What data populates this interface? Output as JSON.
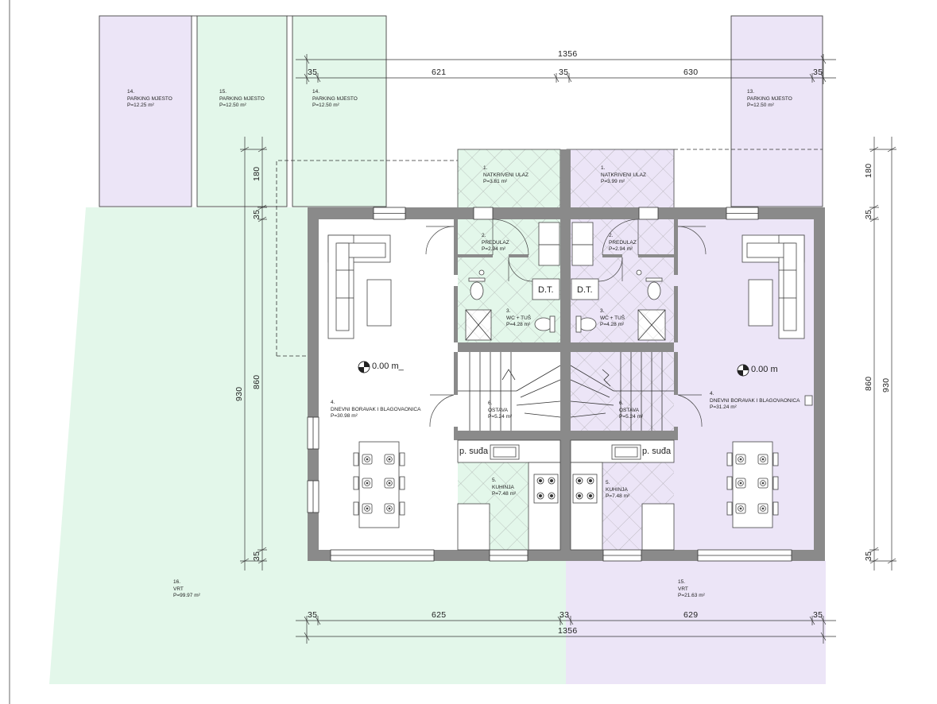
{
  "colors": {
    "green_zone": "#e3f7ea",
    "purple_zone": "#ece5f7",
    "wall": "#8a8a8a",
    "line": "#333333"
  },
  "parking": [
    {
      "num": "14.",
      "name": "PARKING MJESTO",
      "area": "P=12.25 m²"
    },
    {
      "num": "15.",
      "name": "PARKING MJESTO",
      "area": "P=12.50 m²"
    },
    {
      "num": "14.",
      "name": "PARKING MJESTO",
      "area": "P=12.50 m²"
    },
    {
      "num": "13.",
      "name": "PARKING MJESTO",
      "area": "P=12.50 m²"
    }
  ],
  "rooms_left": {
    "entrance": {
      "num": "1.",
      "name": "NATKRIVENI ULAZ",
      "area": "P=3.81 m²"
    },
    "hall": {
      "num": "2.",
      "name": "PREDULAZ",
      "area": "P=2.94 m²"
    },
    "wc": {
      "num": "3.",
      "name": "WC + TUŠ",
      "area": "P=4.28 m²"
    },
    "living": {
      "num": "4.",
      "name": "DNEVNI BORAVAK I BLAGOVAONICA",
      "area": "P=30.98 m²"
    },
    "kitchen": {
      "num": "5.",
      "name": "KUHINJA",
      "area": "P=7.48 m²"
    },
    "storage": {
      "num": "6.",
      "name": "OSTAVA",
      "area": "P=5.24 m²"
    }
  },
  "rooms_right": {
    "entrance": {
      "num": "1.",
      "name": "NATKRIVENI ULAZ",
      "area": "P=3.99 m²"
    },
    "hall": {
      "num": "2.",
      "name": "PREDULAZ",
      "area": "P=2.94 m²"
    },
    "wc": {
      "num": "3.",
      "name": "WC + TUŠ",
      "area": "P=4.28 m²"
    },
    "living": {
      "num": "4.",
      "name": "DNEVNI BORAVAK I BLAGOVAONICA",
      "area": "P=31.24 m²"
    },
    "kitchen": {
      "num": "5.",
      "name": "KUHINJA",
      "area": "P=7.48 m²"
    },
    "storage": {
      "num": "6.",
      "name": "OSTAVA",
      "area": "P=5.24 m²"
    }
  },
  "gardens": [
    {
      "num": "16.",
      "name": "VRT",
      "area": "P=99.97 m²"
    },
    {
      "num": "15.",
      "name": "VRT",
      "area": "P=21.63 m²"
    }
  ],
  "labels": {
    "dt": "D.T.",
    "sink": "p. suđa",
    "level_left": "0.00 m_",
    "level_right": "0.00 m"
  },
  "dimensions": {
    "top_total": "1356",
    "top_parts": [
      "35",
      "621",
      "35",
      "630",
      "35"
    ],
    "bottom_parts": [
      "35",
      "625",
      "33",
      "629",
      "35"
    ],
    "bottom_total": "1356",
    "left_outer": "930",
    "left_parts": [
      "180",
      "35",
      "860",
      "35"
    ],
    "right_outer": "930",
    "right_parts": [
      "180",
      "35",
      "860",
      "35"
    ]
  }
}
